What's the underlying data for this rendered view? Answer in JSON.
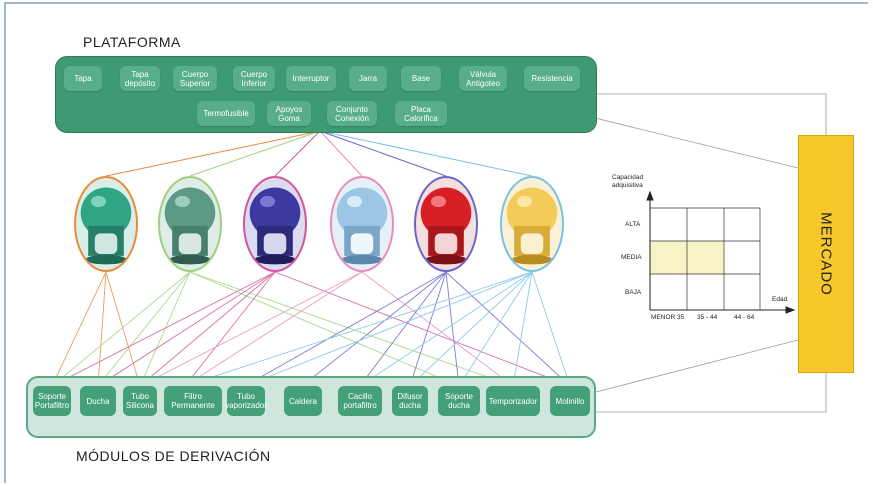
{
  "platform": {
    "heading": "PLATAFORMA",
    "components": [
      "Tapa",
      "Tapa depósito",
      "Cuerpo Superior",
      "Cuerpo Inferior",
      "Interruptor",
      "Jarra",
      "Base",
      "Válvula Antigoteo",
      "Resistencia",
      "Termofusible",
      "Apoyos Goma",
      "Conjunto Conexión",
      "Placa Calorífica"
    ]
  },
  "modules": {
    "heading": "MÓDULOS DE DERIVACIÓN",
    "items": [
      "Soporte Portafiltro",
      "Ducha",
      "Tubo Silicona",
      "Filtro Permanente",
      "Tubo vaporizador",
      "Caldera",
      "Cacillo portafiltro",
      "Difusor ducha",
      "Soporte ducha",
      "Temporizador",
      "Molinillo"
    ]
  },
  "market": {
    "label": "MERCADO",
    "y_axis_label": "Capacidad adquisitiva",
    "x_axis_label": "Edad",
    "rows": [
      "ALTA",
      "MEDIA",
      "BAJA"
    ],
    "cols": [
      "MENOR 35",
      "35 - 44",
      "44 - 64"
    ],
    "highlight": {
      "row": "MEDIA",
      "cols": [
        "MENOR 35",
        "35 - 44"
      ],
      "color": "#f7f3c4"
    }
  },
  "products": [
    {
      "name": "product-teal-green",
      "color": "#2fa585",
      "outline": "#e98b3c"
    },
    {
      "name": "product-grey-green",
      "color": "#5c9a86",
      "outline": "#9bd27a"
    },
    {
      "name": "product-blue-violet",
      "color": "#3c3aa0",
      "outline": "#d0569a"
    },
    {
      "name": "product-light-blue",
      "color": "#9cc6e6",
      "outline": "#e98cb8"
    },
    {
      "name": "product-red",
      "color": "#d81f26",
      "outline": "#6a66c8"
    },
    {
      "name": "product-yellow",
      "color": "#f3cb58",
      "outline": "#78c2e6"
    }
  ]
}
